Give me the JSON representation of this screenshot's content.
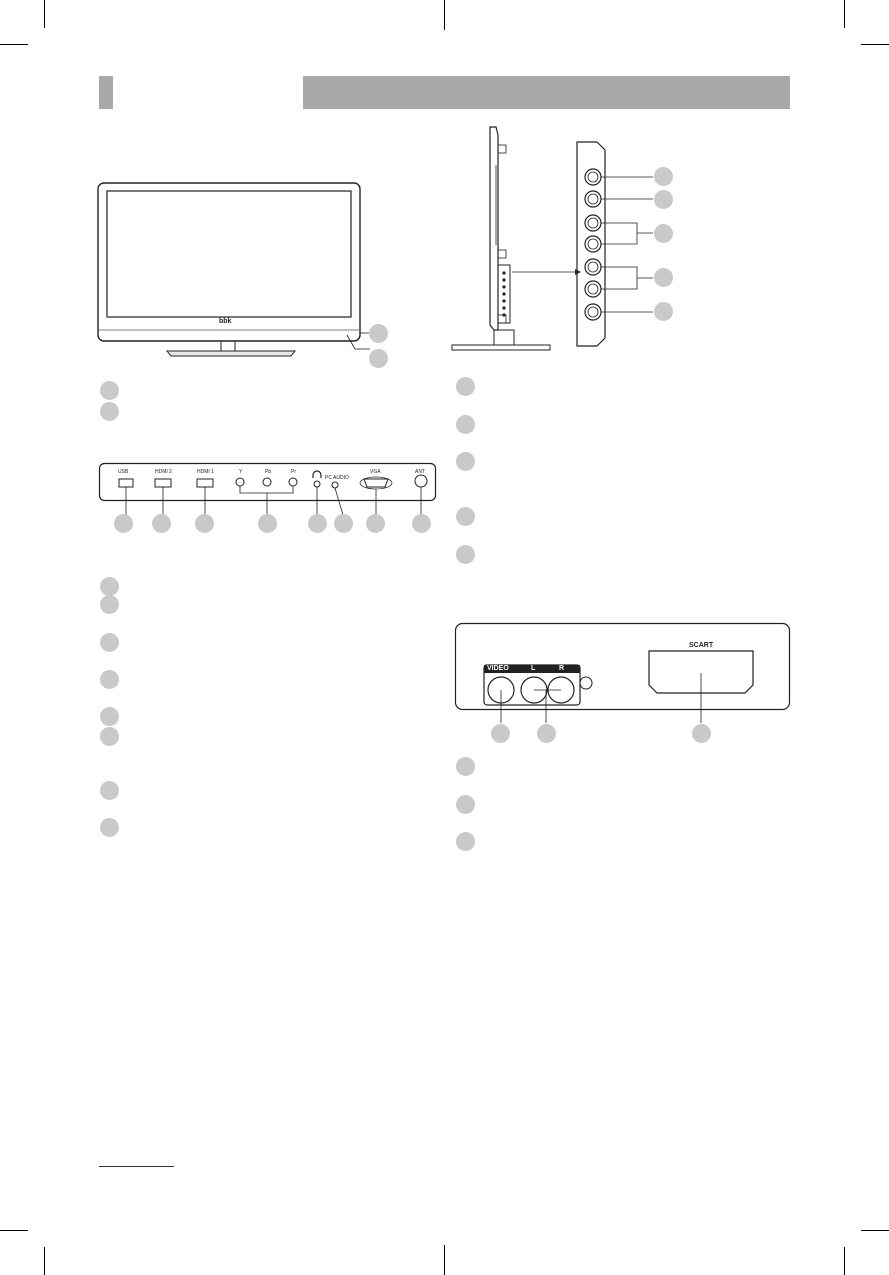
{
  "tv_front": {
    "logo": "bbk"
  },
  "panel_side": {
    "labels": {
      "usb": "USB",
      "hdmi2": "HDMI 2",
      "hdmi1": "HDMI 1",
      "y": "Y",
      "pb": "Pb",
      "pr": "Pr",
      "pc_audio": "PC AUDIO",
      "vga": "VGA",
      "ant": "ANT"
    }
  },
  "panel_rear": {
    "labels": {
      "video": "VIDEO",
      "l": "L",
      "r": "R",
      "scart": "SCART"
    }
  }
}
